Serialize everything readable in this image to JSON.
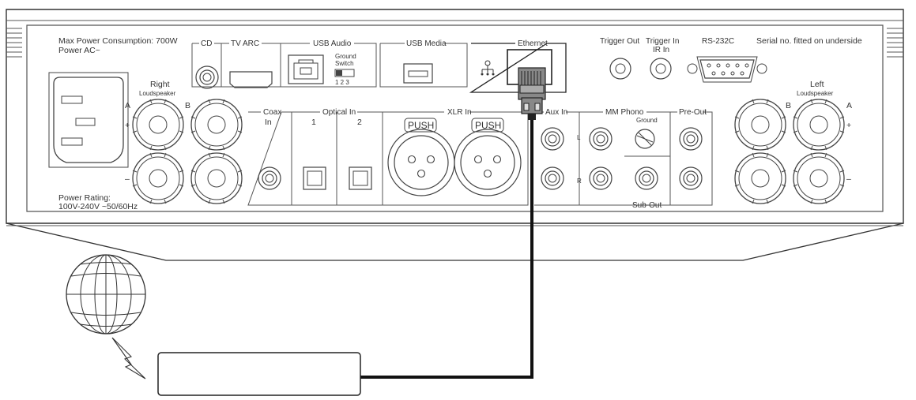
{
  "panel": {
    "max_power": "Max Power Consumption: 700W",
    "power_ac": "Power AC~",
    "power_rating_1": "Power Rating:",
    "power_rating_2": "100V-240V ~50/60Hz",
    "serial_note": "Serial no. fitted on underside"
  },
  "speaker_right": {
    "title": "Right",
    "sub": "Loudspeaker",
    "a": "A",
    "b": "B",
    "plus": "+",
    "minus": "–"
  },
  "speaker_left": {
    "title": "Left",
    "sub": "Loudspeaker",
    "a": "A",
    "b": "B",
    "plus": "+",
    "minus": "–"
  },
  "inputs_top": {
    "cd": "CD",
    "tv_arc": "TV ARC",
    "usb_audio": "USB Audio",
    "ground_switch_1": "Ground",
    "ground_switch_2": "Switch",
    "ground_switch_pos": "1  2  3",
    "usb_media": "USB Media",
    "ethernet": "Ethernet",
    "trigger_out": "Trigger Out",
    "trigger_in": "Trigger In",
    "ir_in": "IR In",
    "rs232": "RS-232C"
  },
  "inputs_bottom": {
    "coax": "Coax",
    "coax_in": "In",
    "optical_in": "Optical In",
    "opt1": "1",
    "opt2": "2",
    "xlr_in": "XLR In",
    "push": "PUSH",
    "aux_in": "Aux In",
    "mm_phono": "MM Phono",
    "ground": "Ground",
    "pre_out": "Pre-Out",
    "sub_out": "Sub-Out",
    "ch_l": "L",
    "ch_r": "R"
  },
  "router_label": "",
  "icons": [
    "iec-power-socket",
    "speaker-terminal",
    "rca-jack",
    "hdmi-port",
    "usb-b-port",
    "usb-a-port",
    "ethernet-port",
    "network-icon",
    "xlr-socket",
    "optical-port",
    "db9-connector",
    "globe-icon",
    "lightning-icon",
    "rj45-plug",
    "ethernet-cable",
    "router-box"
  ]
}
